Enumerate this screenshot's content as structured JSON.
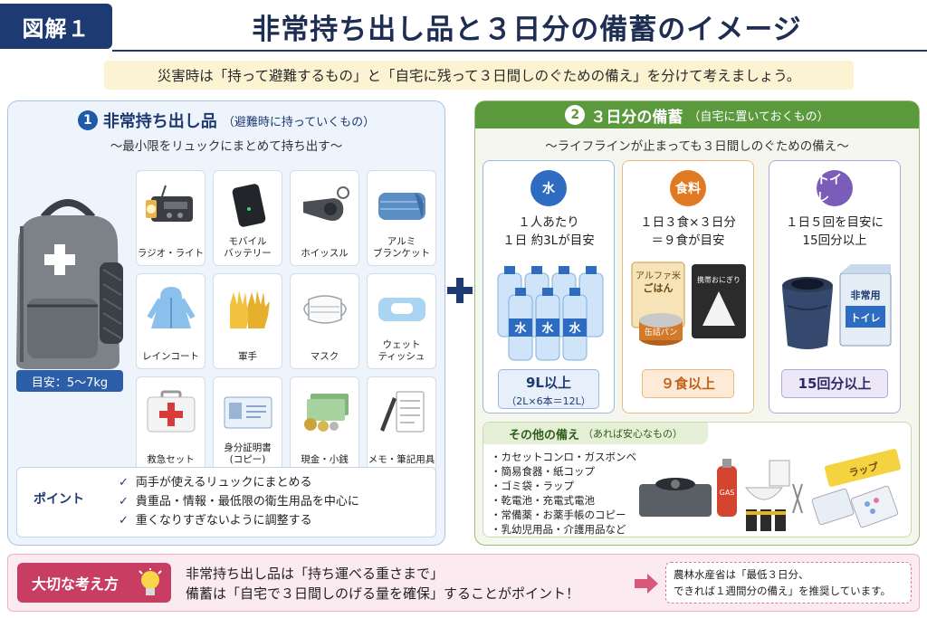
{
  "header": {
    "figure_label": "図解１",
    "title": "非常持ち出し品と３日分の備蓄のイメージ",
    "subtitle": "災害時は「持って避難するもの」と「自宅に残って３日間しのぐための備え」を分けて考えましょう。"
  },
  "left_panel": {
    "number": "1",
    "title": "非常持ち出し品",
    "title_note": "（避難時に持っていくもの）",
    "tagline": "～最小限をリュックにまとめて持ち出す～",
    "weight_label": "目安：5～7kg",
    "items": [
      {
        "label": "ラジオ・ライト",
        "icon": "radio-light-icon"
      },
      {
        "label": "モバイル\nバッテリー",
        "icon": "battery-icon"
      },
      {
        "label": "ホイッスル",
        "icon": "whistle-icon"
      },
      {
        "label": "アルミ\nブランケット",
        "icon": "blanket-icon"
      },
      {
        "label": "レインコート",
        "icon": "raincoat-icon"
      },
      {
        "label": "軍手",
        "icon": "gloves-icon"
      },
      {
        "label": "マスク",
        "icon": "mask-icon"
      },
      {
        "label": "ウェット\nティッシュ",
        "icon": "wet-tissue-icon"
      },
      {
        "label": "救急セット",
        "icon": "first-aid-icon"
      },
      {
        "label": "身分証明書\n(コピー)",
        "icon": "id-card-icon"
      },
      {
        "label": "現金・小銭",
        "icon": "cash-icon"
      },
      {
        "label": "メモ・筆記用具",
        "icon": "memo-pen-icon"
      }
    ],
    "point": {
      "label": "ポイント",
      "items": [
        "両手が使えるリュックにまとめる",
        "貴重品・情報・最低限の衛生用品を中心に",
        "重くなりすぎないように調整する"
      ]
    }
  },
  "right_panel": {
    "number": "2",
    "title": "３日分の備蓄",
    "title_note": "（自宅に置いておくもの）",
    "tagline": "～ライフラインが止まっても３日間しのぐための備え～",
    "cards": {
      "water": {
        "badge": "水",
        "desc": "１人あたり\n１日 約3Lが目安",
        "amount": "9L以上",
        "amount_note": "（2L×6本＝12L）",
        "bottle_label": "水"
      },
      "food": {
        "badge": "食料",
        "desc": "１日３食×３日分\n＝９食が目安",
        "amount": "９食以上",
        "pack_label1": "アルファ米",
        "pack_label2": "ごはん",
        "pack_label3": "携帯おにぎり",
        "can_label": "缶詰パン"
      },
      "toilet": {
        "badge": "トイレ",
        "desc": "１日５回を目安に\n15回分以上",
        "amount": "15回分以上",
        "box_label1": "非常用",
        "box_label2": "トイレ"
      }
    },
    "other": {
      "title": "その他の備え",
      "title_note": "（あれば安心なもの）",
      "items": [
        "カセットコンロ・ガスボンベ",
        "簡易食器・紙コップ",
        "ゴミ袋・ラップ",
        "乾電池・充電式電池",
        "常備薬・お薬手帳のコピー",
        "乳幼児用品・介護用品など"
      ],
      "gas_label": "GAS",
      "wrap_label": "ラップ"
    }
  },
  "bottom": {
    "label": "大切な考え方",
    "line1": "非常持ち出し品は「持ち運べる重さまで」",
    "line2": "備蓄は「自宅で３日間しのげる量を確保」することがポイント！",
    "note_line1": "農林水産省は「最低３日分、",
    "note_line2": "できれば１週間分の備え」を推奨しています。"
  },
  "colors": {
    "navy": "#1e3a72",
    "green": "#5b9a3c",
    "water_blue": "#2d6cc0",
    "food_orange": "#e07a22",
    "toilet_purple": "#7b5cb8",
    "accent_red": "#c83e62"
  }
}
